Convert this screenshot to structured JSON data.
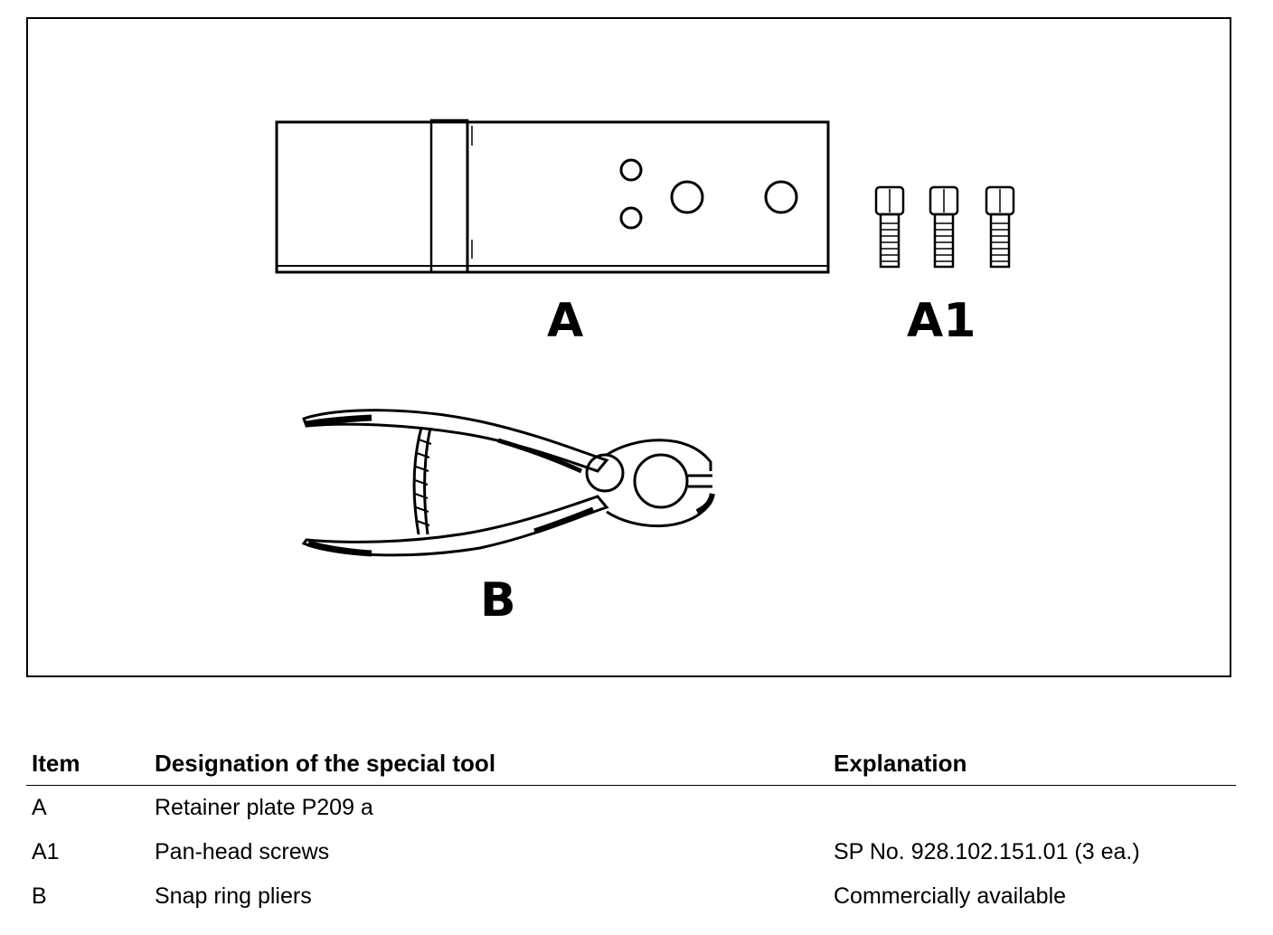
{
  "figure": {
    "labels": {
      "retainer_plate": "A",
      "screws": "A1",
      "pliers": "B"
    }
  },
  "table": {
    "headers": {
      "item": "Item",
      "designation": "Designation of the special tool",
      "explanation": "Explanation"
    },
    "rows": [
      {
        "item": "A",
        "designation": "Retainer plate P209 a",
        "explanation": ""
      },
      {
        "item": "A1",
        "designation": "Pan-head screws",
        "explanation": "SP No. 928.102.151.01 (3 ea.)"
      },
      {
        "item": "B",
        "designation": "Snap ring pliers",
        "explanation": "Commercially available"
      }
    ]
  }
}
